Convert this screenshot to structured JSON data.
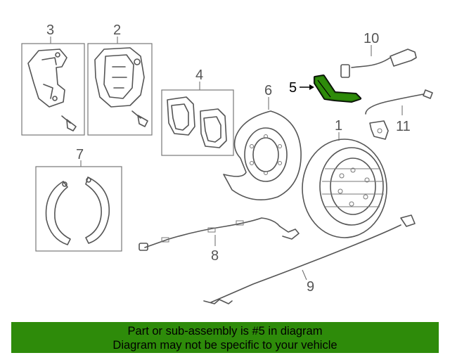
{
  "diagram": {
    "callouts": [
      "1",
      "2",
      "3",
      "4",
      "5",
      "6",
      "7",
      "8",
      "9",
      "10",
      "11"
    ],
    "highlight_color": "#2e8b0a"
  },
  "banner": {
    "line1": "Part or sub-assembly is #5 in diagram",
    "line2": "Diagram may not be specific to your vehicle",
    "background": "#2e8b0a"
  }
}
